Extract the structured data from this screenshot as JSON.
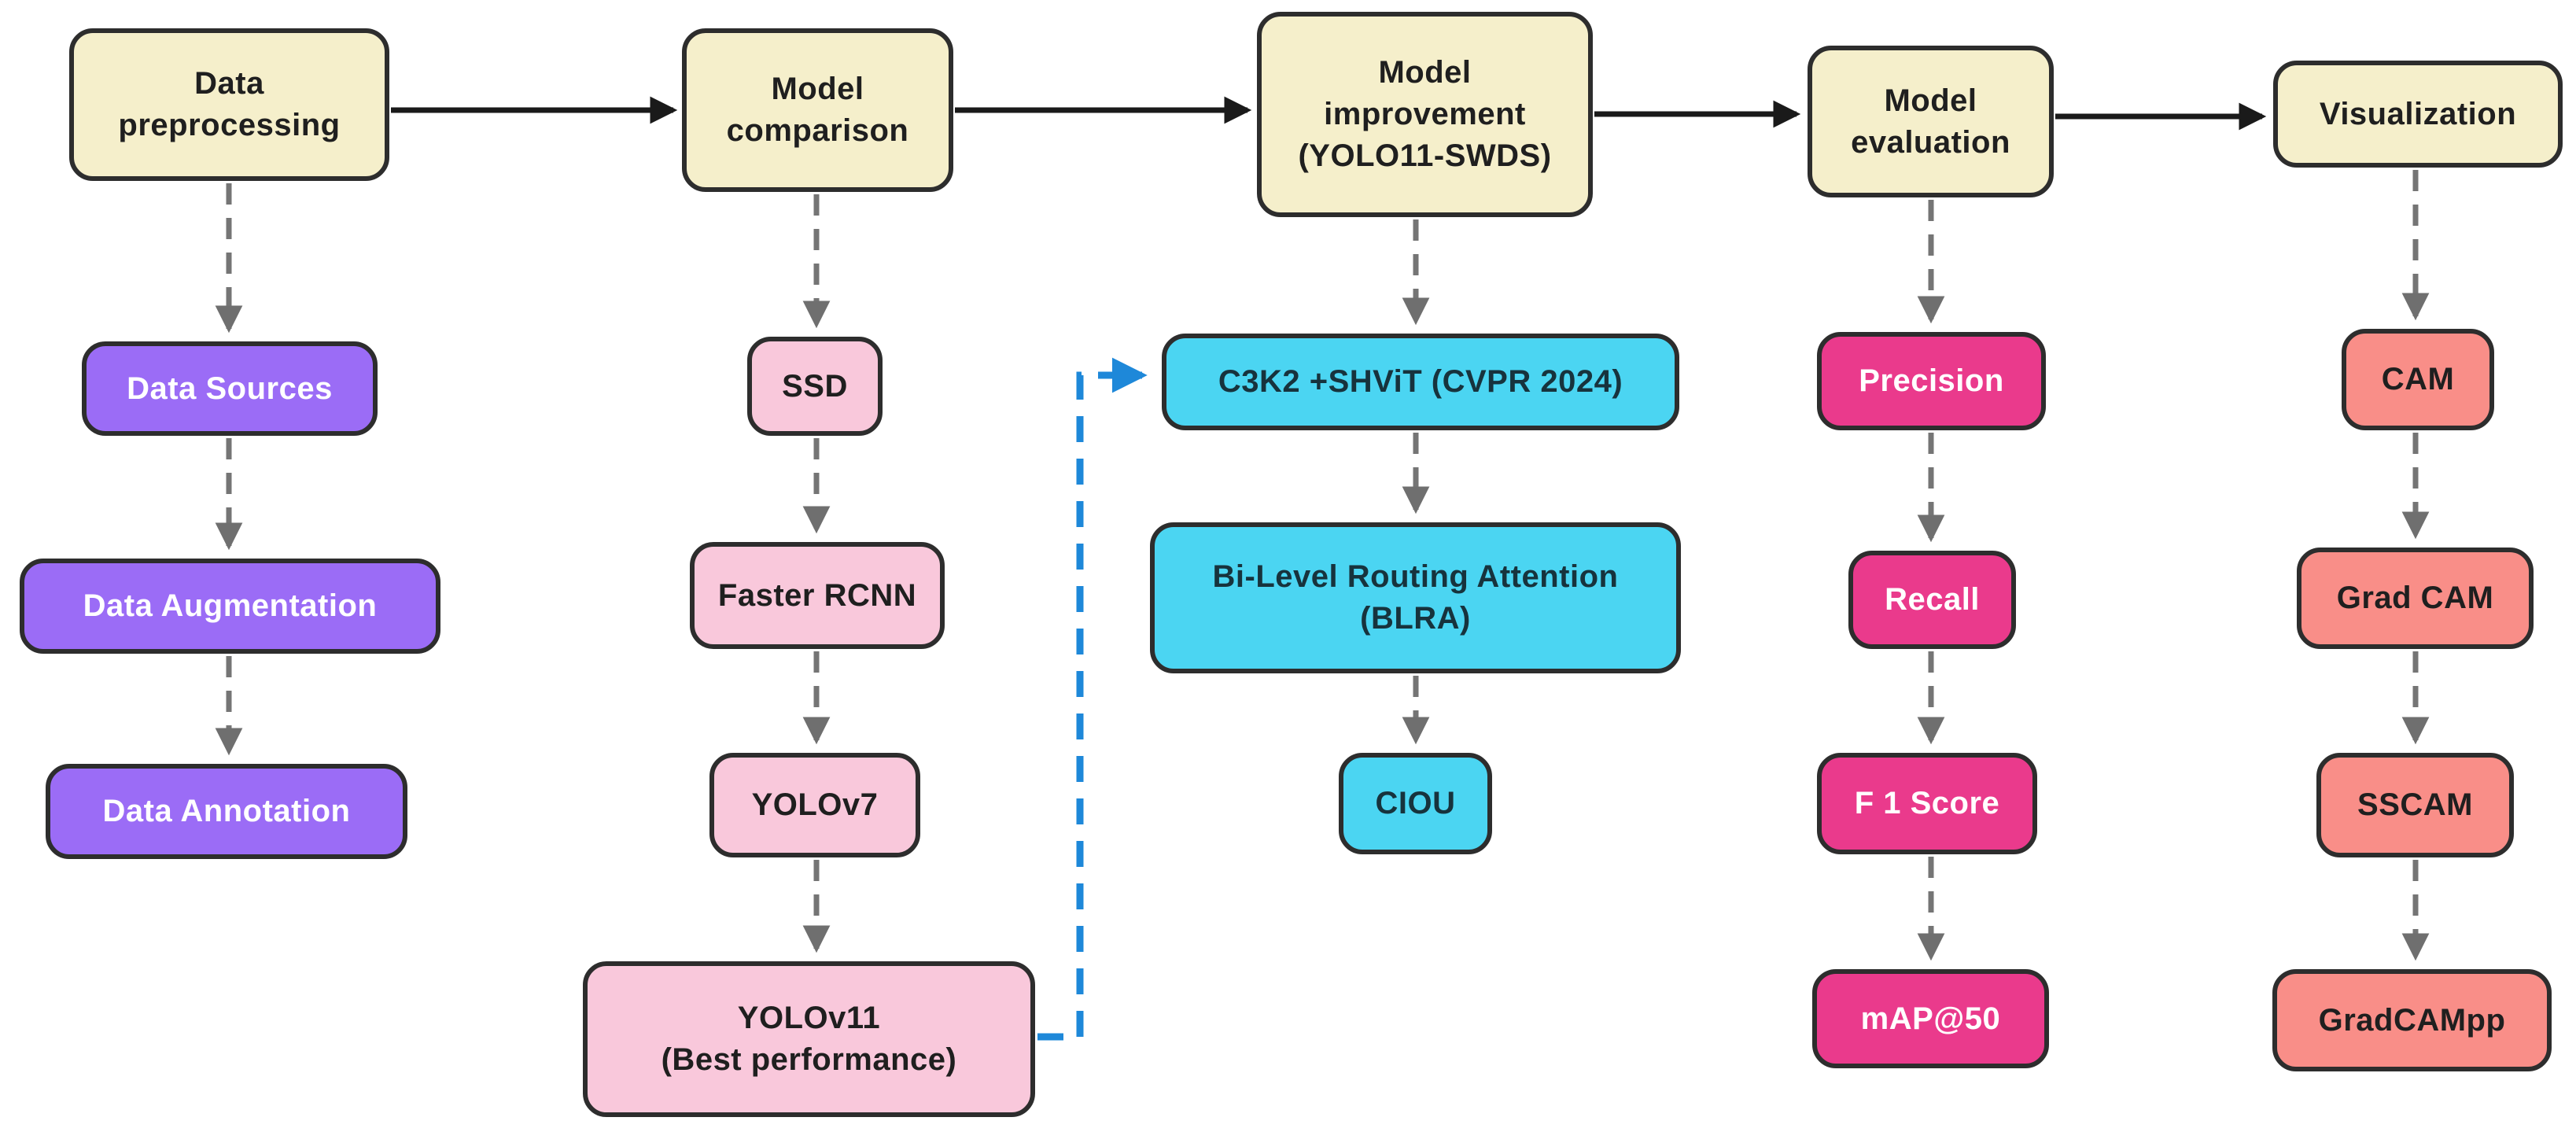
{
  "figure": {
    "type": "flowchart",
    "description": "Research pipeline flowchart: data preprocessing, model comparison, model improvement (YOLO11-SWDS), model evaluation, visualization"
  },
  "colors": {
    "stage_fill": "#F5EFCB",
    "preprocessing_fill": "#9B6CF6",
    "comparison_fill": "#F9C8DB",
    "improvement_fill": "#4BD5F2",
    "evaluation_fill": "#EA3A8C",
    "visualization_fill": "#F98E88",
    "border": "#2D2D2D",
    "flow_arrow": "#1A1A1A",
    "step_arrow": "#757575",
    "feedback_arrow": "#1E88D9"
  },
  "columns": [
    {
      "header": {
        "label": "Data\npreprocessing"
      },
      "children": [
        {
          "label": "Data Sources"
        },
        {
          "label": "Data Augmentation"
        },
        {
          "label": "Data Annotation"
        }
      ]
    },
    {
      "header": {
        "label": "Model\ncomparison"
      },
      "children": [
        {
          "label": "SSD"
        },
        {
          "label": "Faster RCNN"
        },
        {
          "label": "YOLOv7"
        },
        {
          "label": "YOLOv11\n(Best performance)"
        }
      ]
    },
    {
      "header": {
        "label": "Model\nimprovement\n(YOLO11-SWDS)"
      },
      "children": [
        {
          "label": "C3K2 +SHViT (CVPR 2024)"
        },
        {
          "label": "Bi-Level Routing Attention\n(BLRA)"
        },
        {
          "label": "CIOU"
        }
      ]
    },
    {
      "header": {
        "label": "Model\nevaluation"
      },
      "children": [
        {
          "label": "Precision"
        },
        {
          "label": "Recall"
        },
        {
          "label": "F 1 Score"
        },
        {
          "label": "mAP@50"
        }
      ]
    },
    {
      "header": {
        "label": "Visualization"
      },
      "children": [
        {
          "label": "CAM"
        },
        {
          "label": "Grad CAM"
        },
        {
          "label": "SSCAM"
        },
        {
          "label": "GradCAMpp"
        }
      ]
    }
  ]
}
